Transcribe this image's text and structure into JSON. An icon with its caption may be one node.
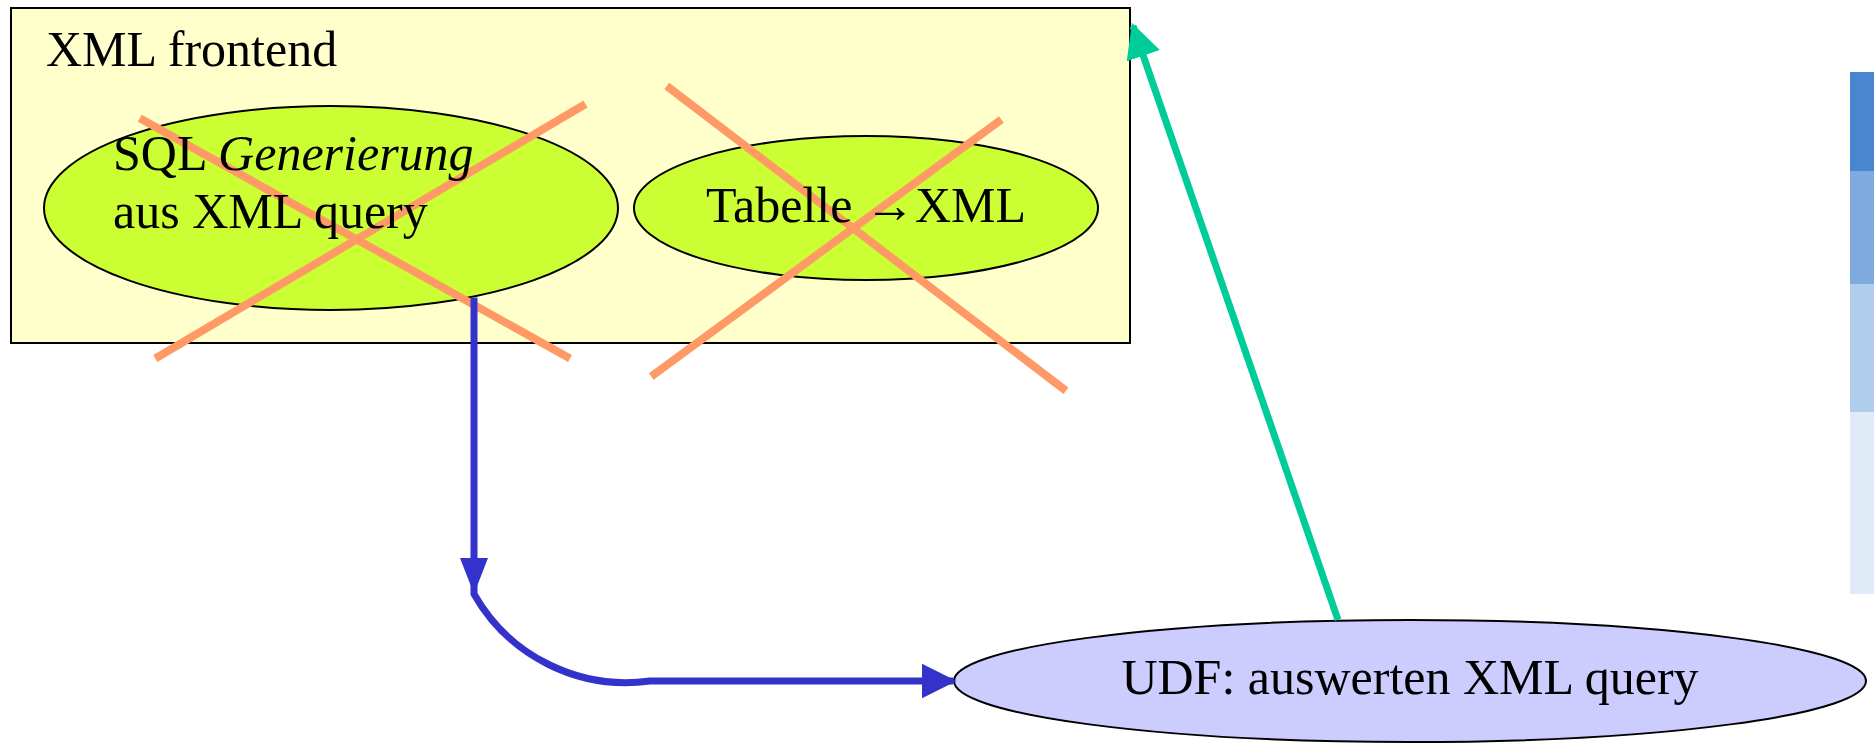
{
  "diagram": {
    "nodes": [
      {
        "text": [
          "XML frontend"
        ]
      },
      {
        "text": [
          "SQL *Generierung* aus XML query"
        ],
        "in": 0
      },
      {
        "text": [
          "Tabelle →XML"
        ],
        "in": 0
      },
      {
        "text": [
          "UDF: auswerten XML query"
        ]
      }
    ],
    "edges": [
      {
        "from": 1,
        "to": 3,
        "arrow": "to",
        "color": "#3333cc"
      },
      {
        "from": 3,
        "to": 0,
        "arrow": "to",
        "color": "#00cc99"
      }
    ]
  }
}
